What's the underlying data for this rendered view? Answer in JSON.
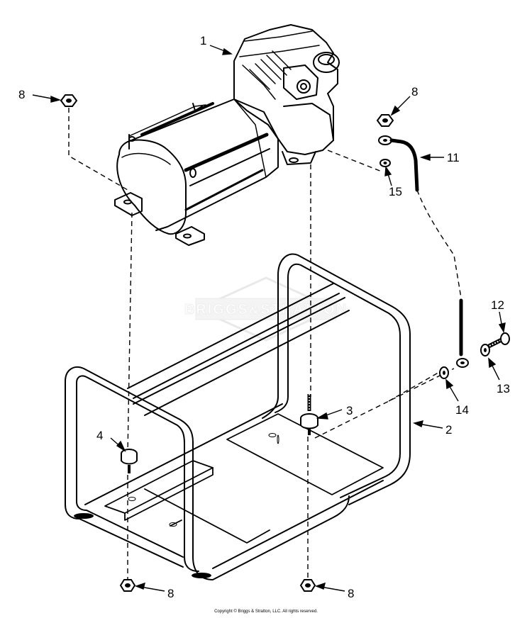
{
  "watermark": "BRIGGS&STRATTON",
  "copyright": "Copyright © Briggs & Stratton, LLC. All rights reserved.",
  "callouts": {
    "c1": "1",
    "c2": "2",
    "c3": "3",
    "c4": "4",
    "c8a": "8",
    "c8b": "8",
    "c8c": "8",
    "c8d": "8",
    "c11": "11",
    "c12": "12",
    "c13": "13",
    "c14": "14",
    "c15": "15"
  }
}
